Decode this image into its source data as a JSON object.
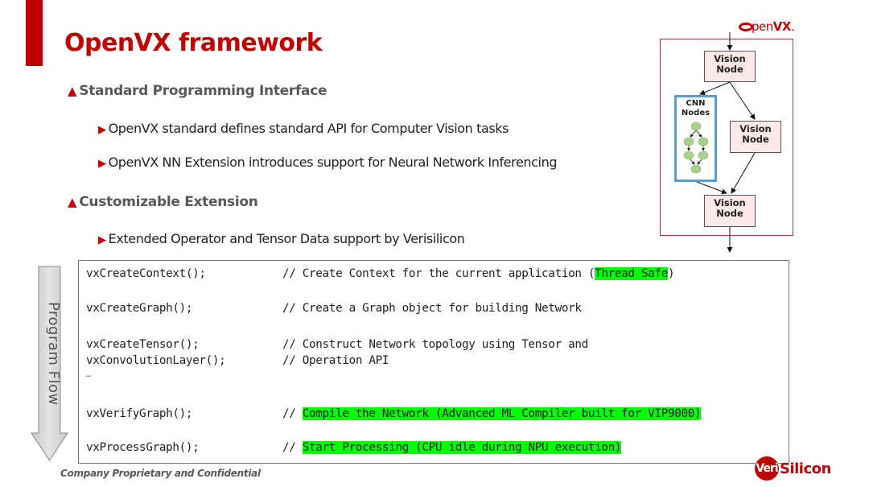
{
  "slide": {
    "title": "OpenVX framework",
    "sections": [
      {
        "heading": "Standard Programming Interface",
        "bullets": [
          "OpenVX standard defines standard API for Computer Vision tasks",
          "OpenVX NN Extension introduces support for Neural Network Inferencing"
        ]
      },
      {
        "heading": "Customizable Extension",
        "bullets": [
          "Extended Operator and Tensor Data support by Verisilicon"
        ]
      }
    ],
    "bullet_icons": {
      "heading": "triangle-up",
      "item": "triangle-right"
    }
  },
  "diagram": {
    "logo_prefix": "pen",
    "logo_bold": "VX",
    "logo_suffix": ".",
    "top_node": [
      "Vision",
      "Node"
    ],
    "right_node": [
      "Vision",
      "Node"
    ],
    "bottom_node": [
      "Vision",
      "Node"
    ],
    "cnn_label": [
      "CNN",
      "Nodes"
    ]
  },
  "flow": {
    "label": "Program Flow"
  },
  "code": [
    {
      "fn": "vxCreateContext();",
      "comment": "// ",
      "plain": "Create Context for the current application (",
      "highlight": "Thread Safe",
      "tail": ")"
    },
    {
      "fn": "vxCreateGraph();",
      "comment": "// ",
      "plain": "Create a Graph object for building Network",
      "highlight": "",
      "tail": ""
    },
    {
      "fn": "vxCreateTensor();",
      "comment": "// ",
      "plain": "Construct Network topology using Tensor and",
      "highlight": "",
      "tail": ""
    },
    {
      "fn": "vxConvolutionLayer();",
      "comment": "// ",
      "plain": "Operation API",
      "highlight": "",
      "tail": ""
    },
    {
      "fn": "…",
      "comment": "",
      "plain": "",
      "highlight": "",
      "tail": ""
    },
    {
      "fn": "vxVerifyGraph();",
      "comment": "// ",
      "plain": "",
      "highlight": "Compile the Network (Advanced ML Compiler built for VIP9000)",
      "tail": ""
    },
    {
      "fn": "vxProcessGraph();",
      "comment": "// ",
      "plain": "",
      "highlight": "Start Processing (CPU idle during NPU execution)",
      "tail": ""
    }
  ],
  "colors": {
    "brand_red": "#c00000",
    "highlight": "#00ff00",
    "node_fill": "#fce9e7",
    "cnn_border": "#5b9bd5",
    "cnn_node": "#a9d18e"
  },
  "footer": {
    "confidential": "Company Proprietary and Confidential",
    "logo_circle": "Veri",
    "logo_word": "Silicon"
  }
}
